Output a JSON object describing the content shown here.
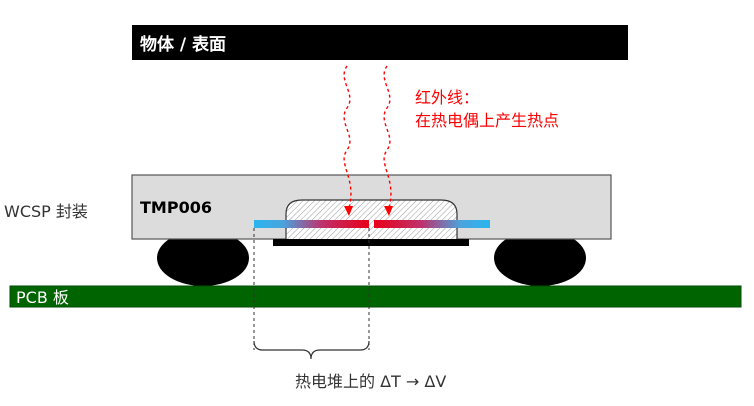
{
  "object_bar": {
    "label": "物体 / 表面"
  },
  "infrared": {
    "line1": "红外线：",
    "line2": "在热电偶上产生热点"
  },
  "package": {
    "label": "WCSP 封装"
  },
  "chip": {
    "label": "TMP006"
  },
  "pcb": {
    "label": "PCB 板"
  },
  "caption": {
    "label": "热电堆上的 ΔT → ΔV"
  },
  "colors": {
    "object_bar": "#000000",
    "pcb": "#006400",
    "infrared": "#ff0000",
    "package": "#dcdcdc",
    "hot": "#e8001a",
    "cold": "#29b6f6",
    "solder": "#000000"
  }
}
